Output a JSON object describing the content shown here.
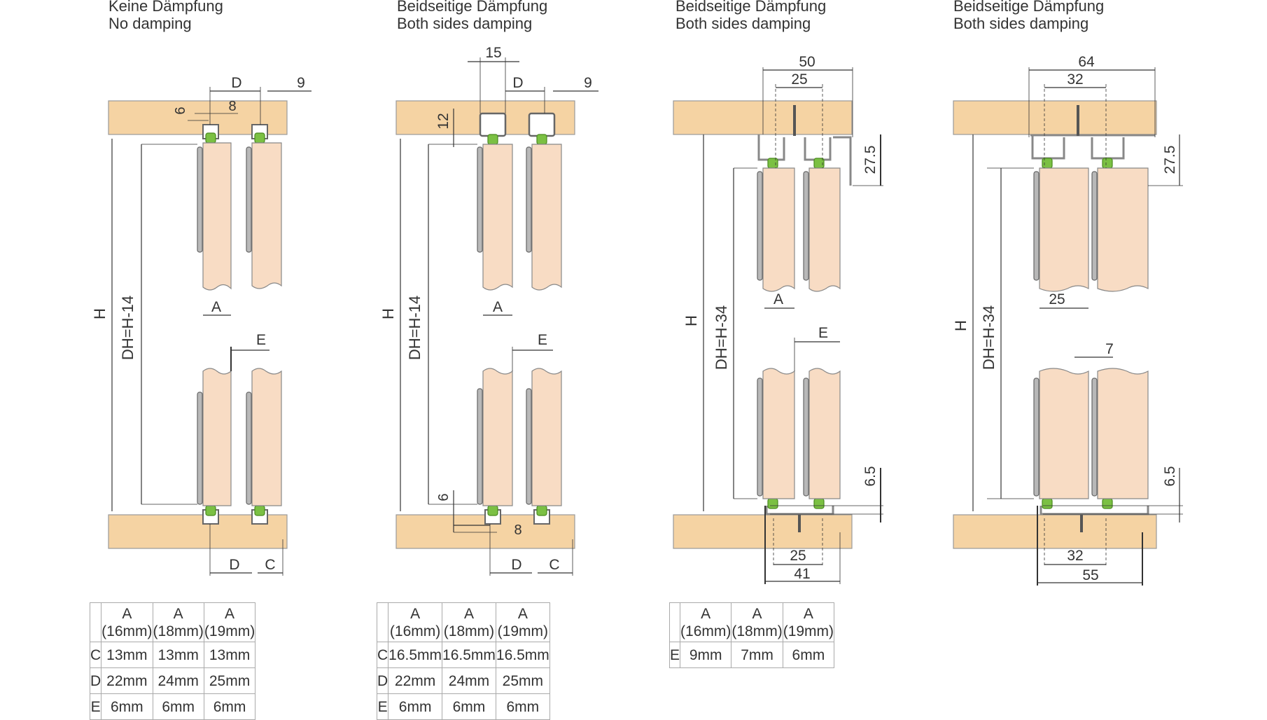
{
  "colors": {
    "wood": "#f5d3a3",
    "door": "#f8dcc4",
    "profile": "#b8b8b8",
    "roller": "#7bc043",
    "line": "#333333"
  },
  "panels": [
    {
      "heading_de": "Keine Dämpfung",
      "heading_en": "No damping",
      "dims": {
        "H": "H",
        "DH": "DH=H-14",
        "D_top": "D",
        "nine": "9",
        "six": "6",
        "eight": "8",
        "A": "A",
        "E": "E",
        "D_bot": "D",
        "C": "C"
      },
      "table": {
        "header_a": [
          "A",
          "A",
          "A"
        ],
        "header_mm": [
          "(16mm)",
          "(18mm)",
          "(19mm)"
        ],
        "rows": [
          {
            "label": "C",
            "values": [
              "13mm",
              "13mm",
              "13mm"
            ]
          },
          {
            "label": "D",
            "values": [
              "22mm",
              "24mm",
              "25mm"
            ]
          },
          {
            "label": "E",
            "values": [
              "6mm",
              "6mm",
              "6mm"
            ]
          }
        ]
      }
    },
    {
      "heading_de": "Beidseitige Dämpfung",
      "heading_en": "Both sides damping",
      "dims": {
        "fifteen": "15",
        "D_top": "D",
        "nine": "9",
        "twelve": "12",
        "H": "H",
        "DH": "DH=H-14",
        "A": "A",
        "E": "E",
        "six": "6",
        "eight": "8",
        "D_bot": "D",
        "C": "C"
      },
      "table": {
        "header_a": [
          "A",
          "A",
          "A"
        ],
        "header_mm": [
          "(16mm)",
          "(18mm)",
          "(19mm)"
        ],
        "rows": [
          {
            "label": "C",
            "values": [
              "16.5mm",
              "16.5mm",
              "16.5mm"
            ]
          },
          {
            "label": "D",
            "values": [
              "22mm",
              "24mm",
              "25mm"
            ]
          },
          {
            "label": "E",
            "values": [
              "6mm",
              "6mm",
              "6mm"
            ]
          }
        ]
      }
    },
    {
      "heading_de": "Beidseitige Dämpfung",
      "heading_en": "Both sides damping",
      "dims": {
        "fifty": "50",
        "twentyfive": "25",
        "twentyseven": "27.5",
        "H": "H",
        "DH": "DH=H-34",
        "A": "A",
        "E": "E",
        "sixfive": "6.5",
        "bot25": "25",
        "fortyone": "41"
      },
      "table": {
        "header_a": [
          "A",
          "A",
          "A"
        ],
        "header_mm": [
          "(16mm)",
          "(18mm)",
          "(19mm)"
        ],
        "rows": [
          {
            "label": "E",
            "values": [
              "9mm",
              "7mm",
              "6mm"
            ]
          }
        ]
      }
    },
    {
      "heading_de": "Beidseitige Dämpfung",
      "heading_en": "Both sides damping",
      "dims": {
        "sixtyfour": "64",
        "thirtytwo": "32",
        "twentyseven": "27.5",
        "H": "H",
        "DH": "DH=H-34",
        "twentyfive": "25",
        "seven": "7",
        "sixfive": "6.5",
        "bot32": "32",
        "fiftyfive": "55"
      }
    }
  ]
}
